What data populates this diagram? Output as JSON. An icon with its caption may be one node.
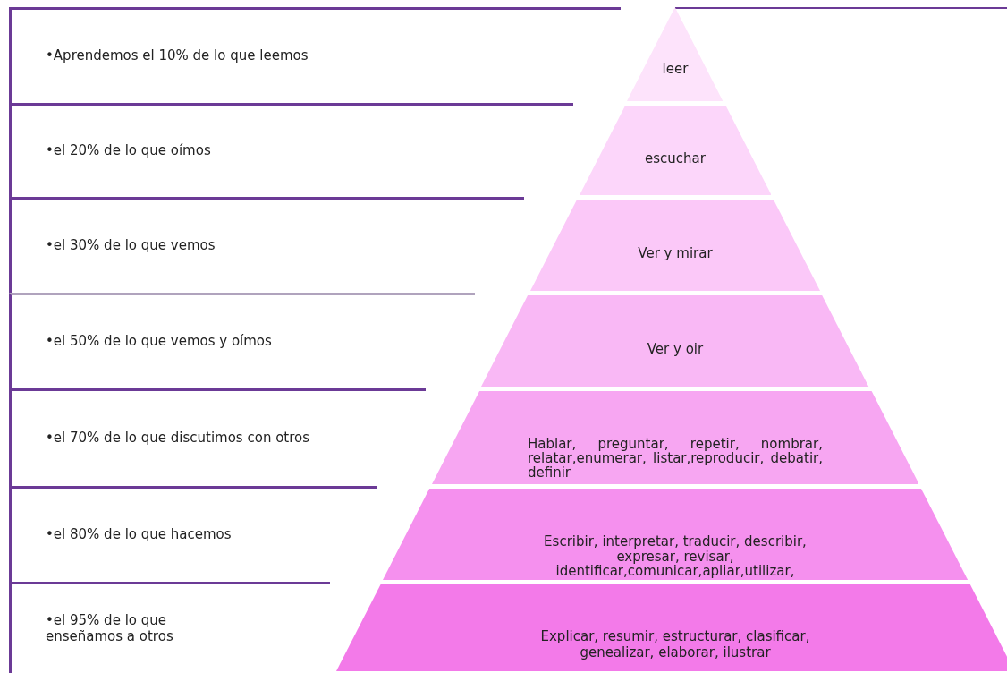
{
  "diagram": {
    "nodes": [
      {
        "text": [
          "•Aprendemos el 10% de lo que leemos"
        ]
      },
      {
        "text": [
          "leer"
        ]
      },
      {
        "text": [
          "•el 20% de lo que oímos"
        ]
      },
      {
        "text": [
          "escuchar"
        ]
      },
      {
        "text": [
          "•el 30% de lo que vemos"
        ]
      },
      {
        "text": [
          "Ver y mirar"
        ]
      },
      {
        "text": [
          "•el 50% de lo que vemos y oímos"
        ]
      },
      {
        "text": [
          "Ver y oir"
        ]
      },
      {
        "text": [
          "•el 70% de lo que discutimos con otros"
        ]
      },
      {
        "text": [
          "Hablar, preguntar, repetir, nombrar, relatar,enumerar, listar,reproducir, debatir, definir"
        ]
      },
      {
        "text": [
          "•el 80% de lo que hacemos"
        ]
      },
      {
        "text": [
          "Escribir, interpretar, traducir, describir, expresar, revisar, identificar,comunicar,apliar,utilizar,"
        ]
      },
      {
        "text": [
          "•el 95% de lo que enseñamos a otros"
        ]
      },
      {
        "text": [
          "Explicar, resumir, estructurar, clasificar, genealizar, elaborar, ilustrar"
        ]
      }
    ]
  }
}
